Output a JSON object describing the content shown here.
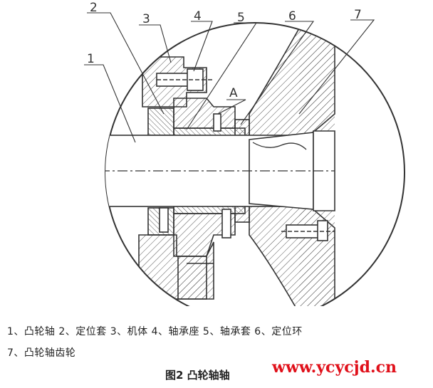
{
  "callouts": [
    "1",
    "2",
    "3",
    "4",
    "5",
    "6",
    "7",
    "A"
  ],
  "legend": {
    "line1": "1、凸轮轴   2、定位套   3、机体   4、轴承座   5、轴承套   6、定位环",
    "line2": "7、凸轮轴齿轮"
  },
  "caption": "图2  凸轮轴轴",
  "watermark": "www.ycycjd.cn",
  "colors": {
    "line": "#333333",
    "hatch": "#555555",
    "watermark": "#e0101a"
  }
}
